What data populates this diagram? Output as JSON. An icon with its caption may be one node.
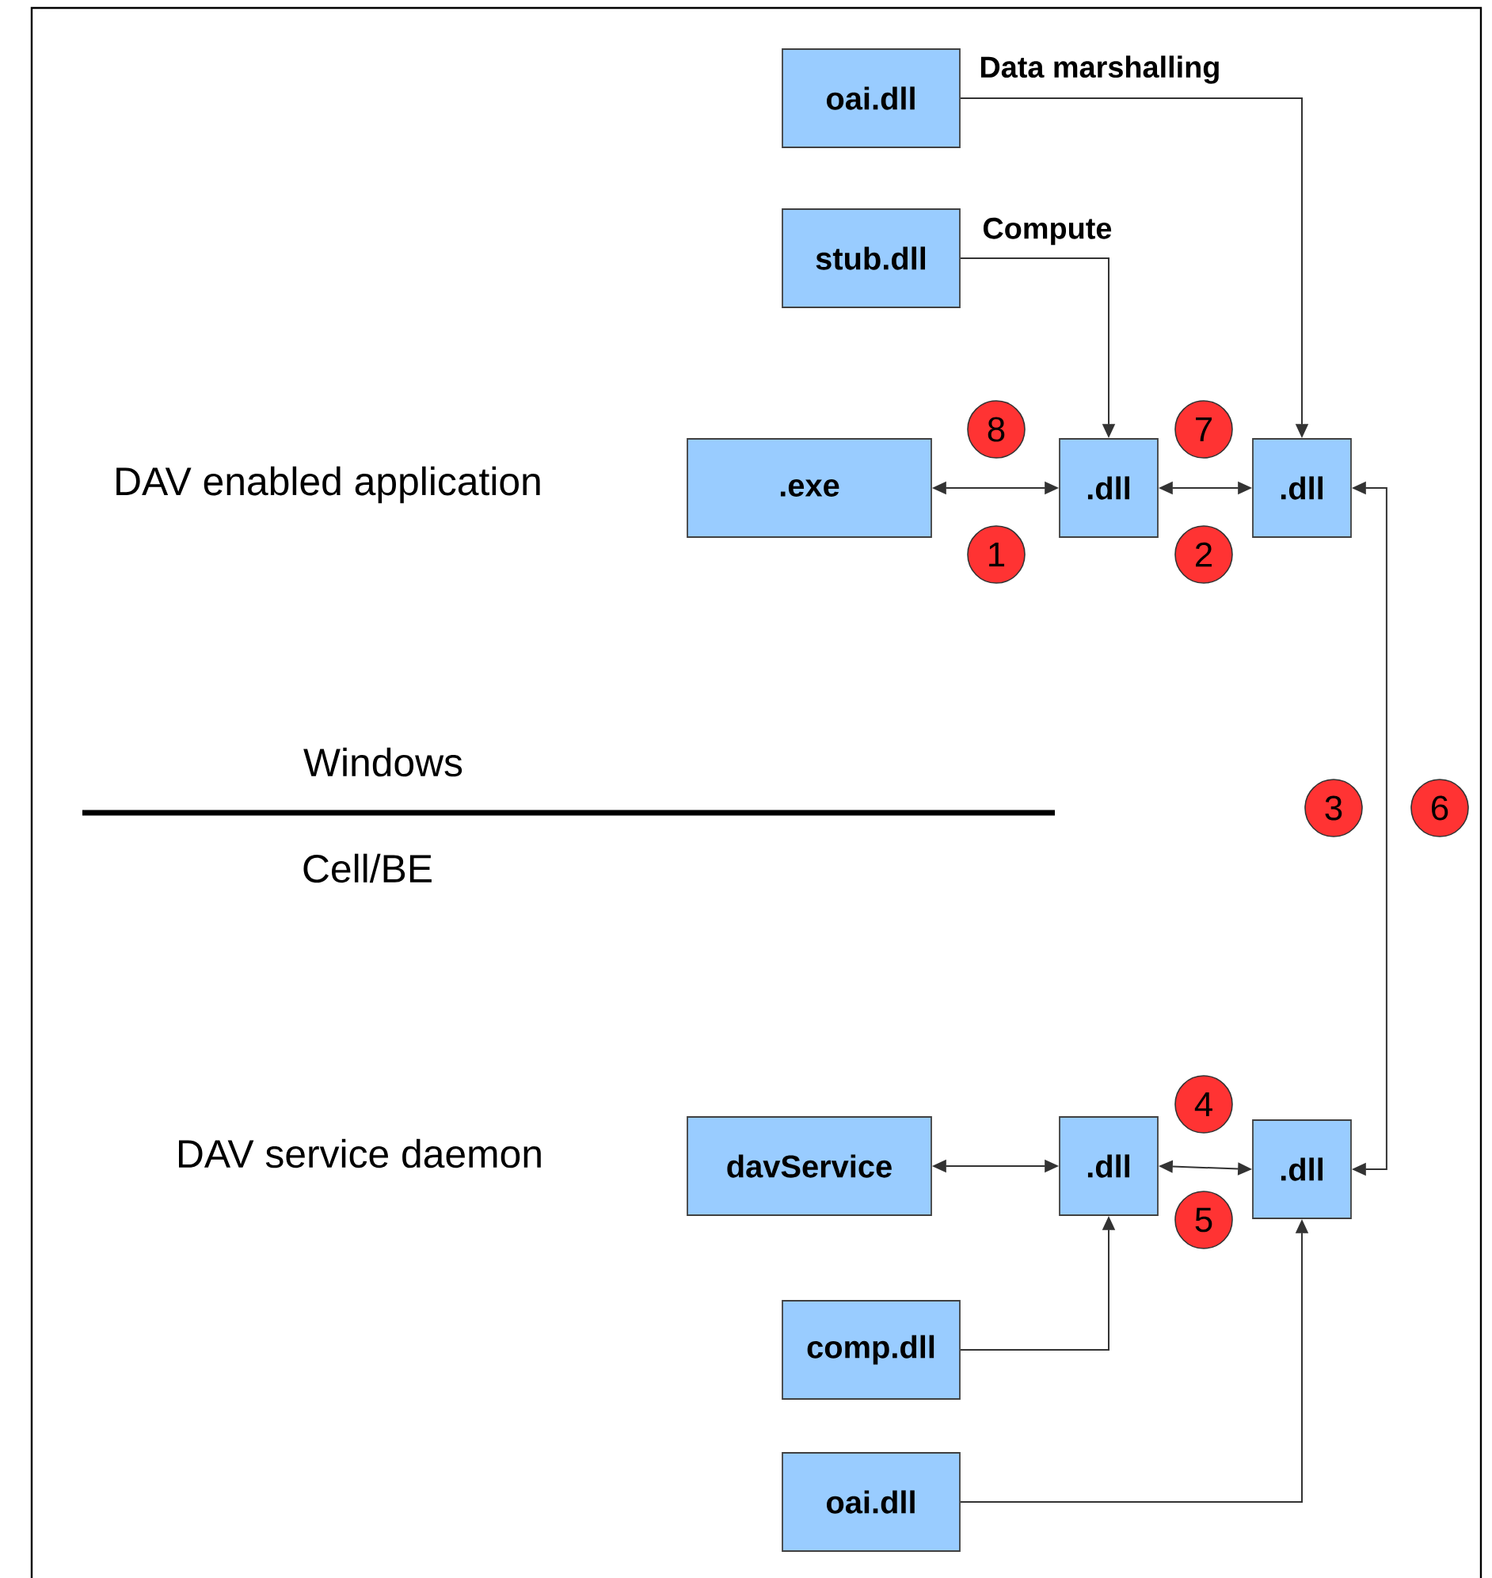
{
  "diagram": {
    "nodes": [
      {
        "text": [
          "oai.dll"
        ]
      },
      {
        "text": [
          "stub.dll"
        ]
      },
      {
        "text": [
          ".exe"
        ]
      },
      {
        "text": [
          ".dll"
        ]
      },
      {
        "text": [
          ".dll"
        ]
      },
      {
        "text": [
          "davService"
        ]
      },
      {
        "text": [
          ".dll"
        ]
      },
      {
        "text": [
          ".dll"
        ]
      },
      {
        "text": [
          "comp.dll"
        ]
      },
      {
        "text": [
          "oai.dll"
        ]
      },
      {
        "text": [
          "8"
        ]
      },
      {
        "text": [
          "7"
        ]
      },
      {
        "text": [
          "1"
        ]
      },
      {
        "text": [
          "2"
        ]
      },
      {
        "text": [
          "3"
        ]
      },
      {
        "text": [
          "6"
        ]
      },
      {
        "text": [
          "4"
        ]
      },
      {
        "text": [
          "5"
        ]
      }
    ],
    "edges": [
      {
        "from": 0,
        "to": 4,
        "arrow": "to",
        "label": "Data marshalling"
      },
      {
        "from": 1,
        "to": 3,
        "arrow": "to",
        "label": "Compute"
      },
      {
        "from": 2,
        "to": 3,
        "arrow": "both"
      },
      {
        "from": 3,
        "to": 4,
        "arrow": "both"
      },
      {
        "from": 4,
        "to": 7,
        "arrow": "both"
      },
      {
        "from": 5,
        "to": 6,
        "arrow": "both"
      },
      {
        "from": 6,
        "to": 7,
        "arrow": "both"
      },
      {
        "from": 8,
        "to": 6,
        "arrow": "to"
      },
      {
        "from": 9,
        "to": 7,
        "arrow": "to"
      }
    ],
    "labels": [
      "DAV enabled application",
      "Windows",
      "Cell/BE",
      "DAV service daemon"
    ]
  }
}
